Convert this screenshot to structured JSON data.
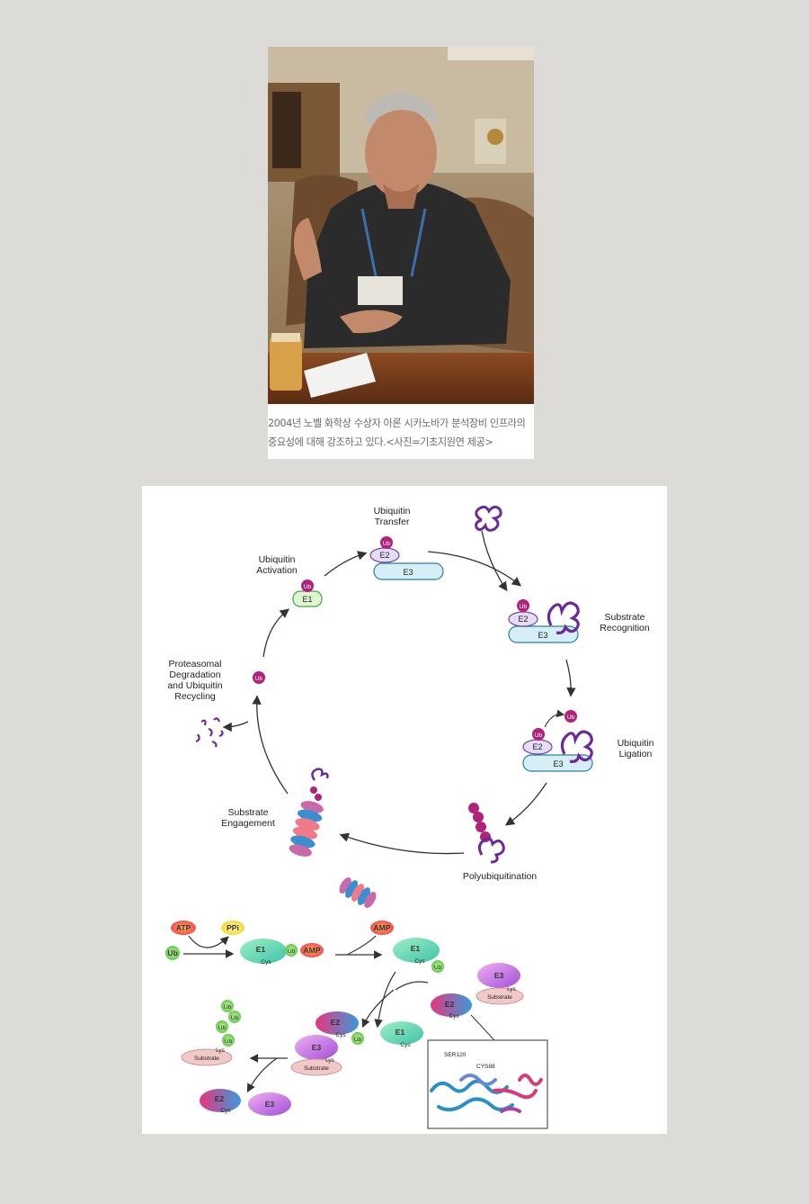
{
  "photo": {
    "caption": "2004년 노벨 화학상 수상자 아론 시카노바가 분석장비 인프라의 중요성에 대해 강조하고 있다.<사진=기초지원연 제공>"
  },
  "cycle": {
    "steps": {
      "activation": [
        "Ubiquitin",
        "Activation"
      ],
      "transfer": [
        "Ubiquitin",
        "Transfer"
      ],
      "recognition": [
        "Substrate",
        "Recognition"
      ],
      "ligation": [
        "Ubiquitin",
        "Ligation"
      ],
      "polyubiquitination": [
        "Polyubiquitination"
      ],
      "engagement": [
        "Substrate",
        "Engagement"
      ],
      "degradation": [
        "Proteasomal",
        "Degradation",
        "and Ubiquitin",
        "Recycling"
      ]
    },
    "molecules": {
      "ub": "Ub",
      "e1": "E1",
      "e2": "E2",
      "e3": "E3"
    }
  },
  "mechanism": {
    "atp": "ATP",
    "ppi": "PPi",
    "amp": "AMP",
    "ub": "Ub",
    "e1": "E1",
    "e2": "E2",
    "e3": "E3",
    "cys": "Cys",
    "lys": "Lys",
    "substrate": "Substrate",
    "ser120": "SER120",
    "cys88": "CYS88"
  }
}
